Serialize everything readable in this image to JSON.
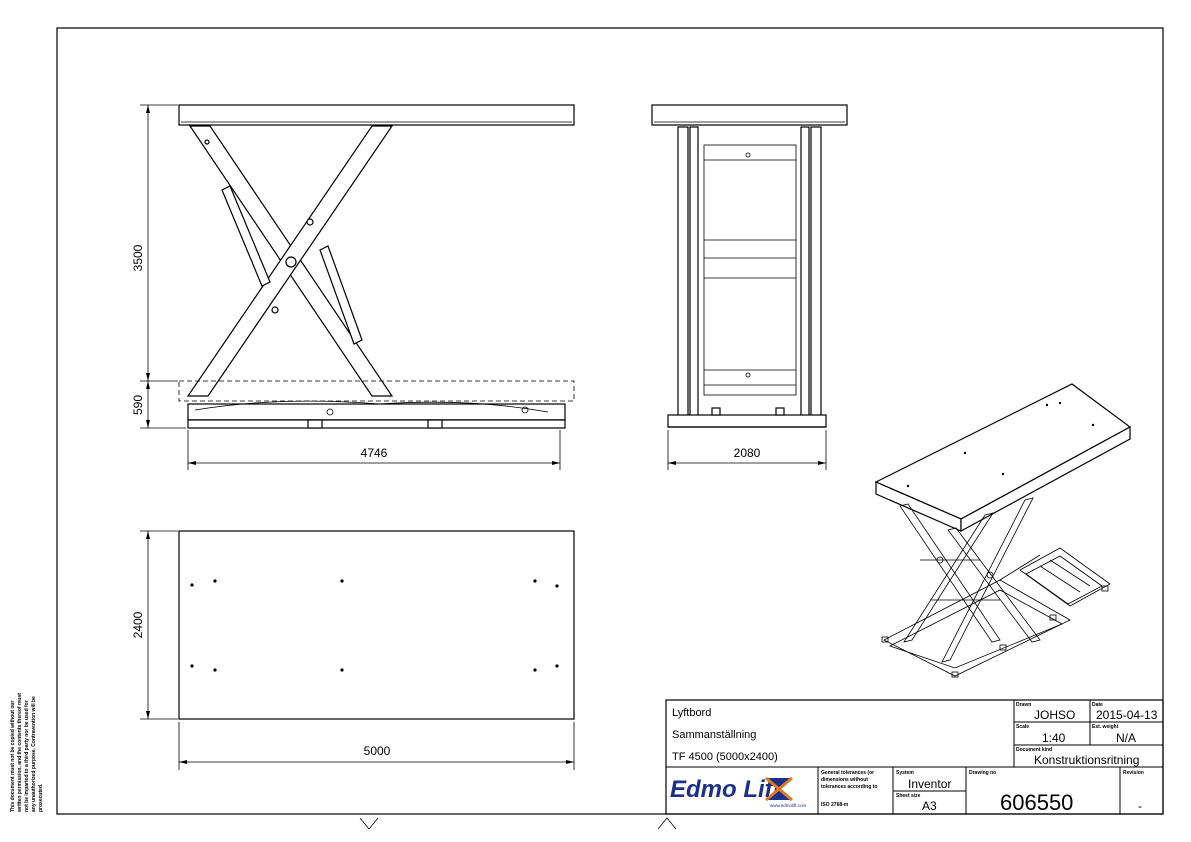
{
  "notice": {
    "lines": [
      "This document must not be copied without our",
      "written permission, and the contents thereof must",
      "not be imparted to a third party nor be used for",
      "any unauthorized purpose. Contravention will be",
      "prosecuted."
    ]
  },
  "dimensions": {
    "front_height_upper": "3500",
    "front_height_lower": "590",
    "front_width": "4746",
    "side_width": "2080",
    "top_depth": "2400",
    "top_width": "5000"
  },
  "title_block": {
    "line1": "Lyftbord",
    "line2": "Sammanställning",
    "line3": "TF 4500 (5000x2400)",
    "logo_text": "Edmo Lift",
    "logo_url": "www.edmolift.com",
    "tolerance_label_lines": [
      "General tolerances (or",
      "dimensions without",
      "tolerances according to"
    ],
    "tolerance_standard": "ISO 2768-m",
    "system_label": "System",
    "system_value": "Inventor",
    "sheet_size_label": "Sheet size",
    "sheet_size_value": "A3",
    "drawn_label": "Drawn",
    "drawn_value": "JOHSO",
    "date_label": "Date",
    "date_value": "2015-04-13",
    "scale_label": "Scale",
    "scale_value": "1:40",
    "weight_label": "Est. weight",
    "weight_value": "N/A",
    "doc_kind_label": "Document kind",
    "doc_kind_value": "Konstruktionsritning",
    "drawing_no_label": "Drawing no",
    "drawing_no_value": "606550",
    "revision_label": "Revision",
    "revision_value": "-"
  },
  "colors": {
    "line": "#000000",
    "logo_blue": "#1c2f8a",
    "logo_orange": "#e07a1f"
  }
}
